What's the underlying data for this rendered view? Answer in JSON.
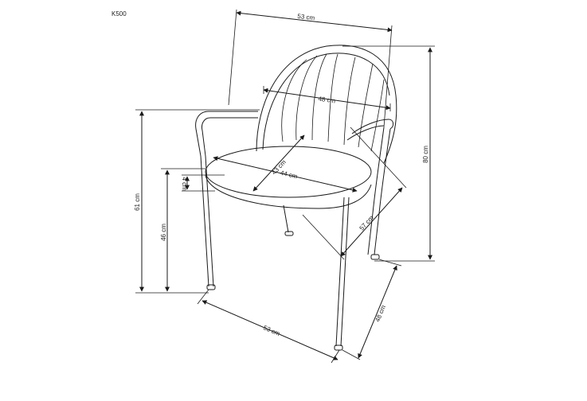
{
  "model_code": "K500",
  "dimensions": {
    "top_width": "53 cm",
    "inner_back_width": "48 cm",
    "seat_depth": "43 cm",
    "seat_width": "44 cm",
    "seat_thickness": "4 cm",
    "total_height": "80 cm",
    "armrest_height": "61 cm",
    "seat_height": "46 cm",
    "diagonal_depth": "57 cm",
    "base_width": "53 cm",
    "base_depth": "48 cm"
  }
}
